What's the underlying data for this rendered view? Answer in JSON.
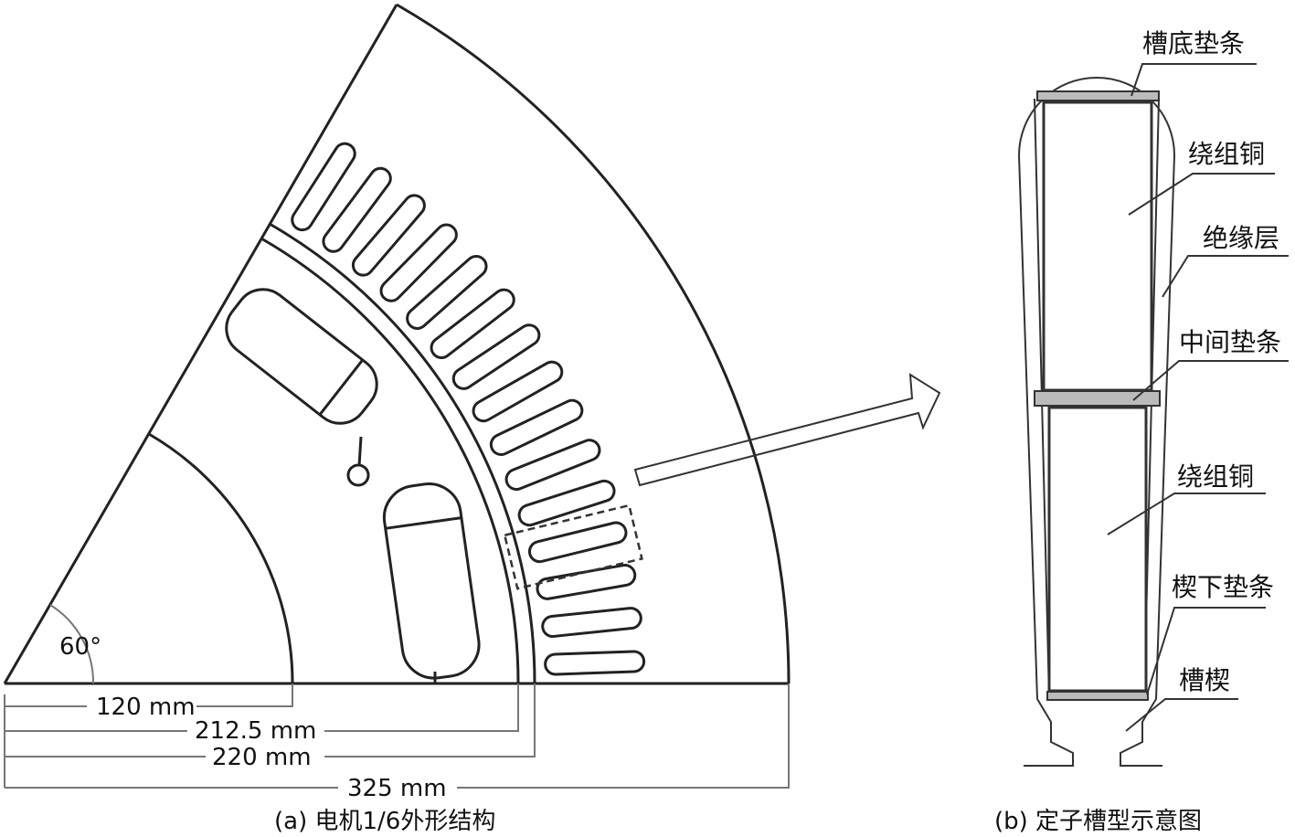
{
  "left_panel": {
    "angle_label": "60°",
    "dimensions": [
      "120 mm",
      "212.5 mm",
      "220 mm",
      "325 mm"
    ],
    "caption": "(a) 电机1/6外形结构"
  },
  "right_panel": {
    "labels": {
      "slot_bottom_strip": "槽底垫条",
      "winding_copper_top": "绕组铜",
      "insulation": "绝缘层",
      "middle_strip": "中间垫条",
      "winding_copper_bottom": "绕组铜",
      "under_wedge_strip": "楔下垫条",
      "slot_wedge": "槽楔"
    },
    "caption": "(b) 定子槽型示意图"
  }
}
